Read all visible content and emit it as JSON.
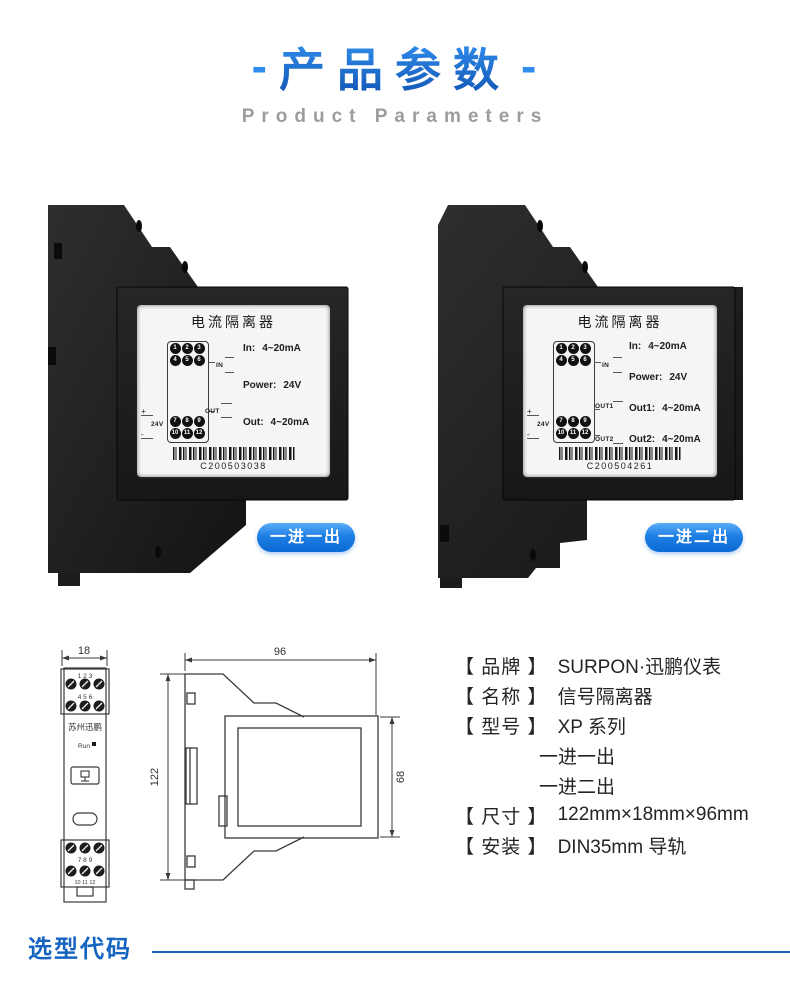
{
  "header": {
    "dash": "-",
    "title": "产品参数",
    "subtitle": "Product Parameters"
  },
  "products": [
    {
      "label_title": "电流隔离器",
      "rows": [
        {
          "k": "In:",
          "v": "4~20mA"
        },
        {
          "k": "Power:",
          "v": "24V"
        },
        {
          "k": "Out:",
          "v": "4~20mA"
        }
      ],
      "serial": "C200503038",
      "badge": "一进一出",
      "diagram": {
        "row1": [
          "1",
          "2",
          "3"
        ],
        "row2": [
          "4",
          "5",
          "6"
        ],
        "row3": [
          "7",
          "8",
          "9"
        ],
        "row4": [
          "10",
          "11",
          "12"
        ],
        "in_label": "IN",
        "out_label": "OUT",
        "power_label": "24V",
        "plus": "+",
        "minus": "-"
      }
    },
    {
      "label_title": "电流隔离器",
      "rows": [
        {
          "k": "In:",
          "v": "4~20mA"
        },
        {
          "k": "Power:",
          "v": "24V"
        },
        {
          "k": "Out1:",
          "v": "4~20mA"
        },
        {
          "k": "Out2:",
          "v": "4~20mA"
        }
      ],
      "serial": "C200504261",
      "badge": "一进二出",
      "diagram": {
        "row1": [
          "1",
          "2",
          "3"
        ],
        "row2": [
          "4",
          "5",
          "6"
        ],
        "row3": [
          "7",
          "8",
          "9"
        ],
        "row4": [
          "10",
          "11",
          "12"
        ],
        "in_label": "IN",
        "out1_label": "OUT1",
        "out2_label": "OUT2",
        "power_label": "24V",
        "plus": "+",
        "minus": "-"
      }
    }
  ],
  "front_view": {
    "dim_width": "18",
    "numbers_top": "1  2  3",
    "numbers_mid": "4  5  6",
    "numbers_bot1": "7  8  9",
    "numbers_bot2": "10 11 12",
    "brand": "苏州迅鹏",
    "run_label": "Run"
  },
  "side_view": {
    "dim_width": "96",
    "dim_height": "122",
    "dim_panel": "68"
  },
  "spec_list": [
    {
      "label": "【 品牌 】",
      "value": "SURPON·迅鹏仪表"
    },
    {
      "label": "【 名称 】",
      "value": "信号隔离器"
    },
    {
      "label": "【 型号 】",
      "value": "XP 系列"
    },
    {
      "label": "",
      "value": "一进一出"
    },
    {
      "label": "",
      "value": "一进二出"
    },
    {
      "label": "【 尺寸 】",
      "value": "122mm×18mm×96mm"
    },
    {
      "label": "【 安装 】",
      "value": "DIN35mm 导轨"
    }
  ],
  "footer": {
    "section_title": "选型代码"
  },
  "colors": {
    "accent_blue": "#1565c0",
    "title_gradient_top": "#2f8ae9",
    "title_gradient_bottom": "#1256b4",
    "badge_gradient_top": "#5aadf7",
    "badge_gradient_bottom": "#0b6ad4",
    "subtitle_gray": "#9d9d9d",
    "body_black": "#1d1d1d",
    "label_bg": "#f5f5f5"
  }
}
